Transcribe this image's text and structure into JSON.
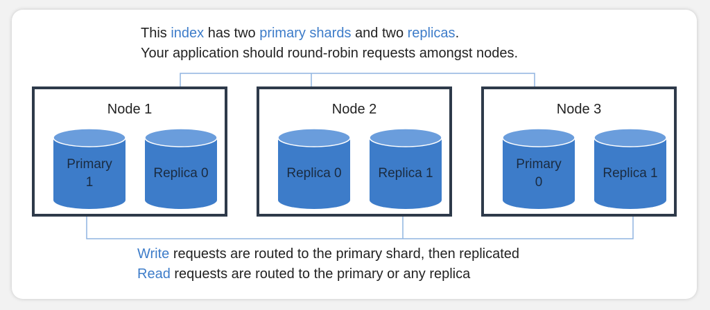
{
  "colors": {
    "accent_text": "#3d7cc9",
    "shard_fill": "#3d7cc9",
    "shard_top": "#6a9ddc",
    "node_border": "#2e3a4a",
    "connector": "#8fb4e0"
  },
  "top_caption": {
    "line1": [
      {
        "text": "This ",
        "highlight": false
      },
      {
        "text": "index",
        "highlight": true
      },
      {
        "text": " has two ",
        "highlight": false
      },
      {
        "text": "primary shards",
        "highlight": true
      },
      {
        "text": " and two ",
        "highlight": false
      },
      {
        "text": "replicas",
        "highlight": true
      },
      {
        "text": ".",
        "highlight": false
      }
    ],
    "line2": "Your application should round-robin requests amongst nodes."
  },
  "nodes": [
    {
      "label": "Node 1",
      "shards": [
        {
          "label": "Primary\n1",
          "role": "primary"
        },
        {
          "label": "Replica 0",
          "role": "replica"
        }
      ]
    },
    {
      "label": "Node 2",
      "shards": [
        {
          "label": "Replica 0",
          "role": "replica"
        },
        {
          "label": "Replica 1",
          "role": "replica"
        }
      ]
    },
    {
      "label": "Node 3",
      "shards": [
        {
          "label": "Primary\n0",
          "role": "primary"
        },
        {
          "label": "Replica 1",
          "role": "replica"
        }
      ]
    }
  ],
  "bottom_caption": {
    "write_keyword": "Write",
    "write_rest": " requests are routed to the primary shard, then replicated",
    "read_keyword": "Read",
    "read_rest": " requests are routed to the primary or any replica"
  }
}
